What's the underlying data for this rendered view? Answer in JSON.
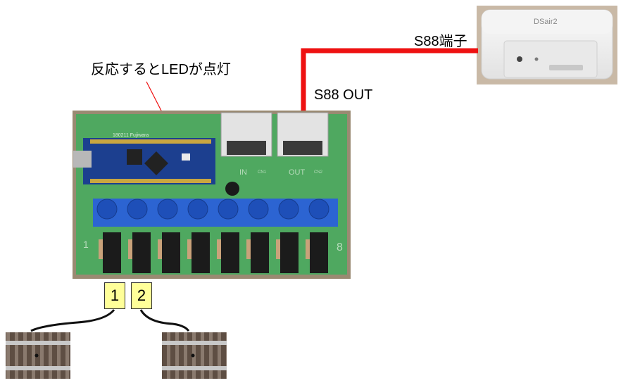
{
  "labels": {
    "led_note": "反応するとLEDが点灯",
    "s88_port": "S88端子",
    "s88_out": "S88 OUT",
    "input_1": "1",
    "input_2": "2"
  },
  "board": {
    "silk_in": "IN",
    "silk_out": "OUT",
    "silk_cn1": "CN1",
    "silk_cn2": "CN2",
    "silk_1": "1",
    "silk_8": "8",
    "pcb_id": "180211 Fujiwara"
  },
  "device": {
    "brand": "DSair2"
  },
  "colors": {
    "cable": "#ee1111",
    "pcb": "#4fa860",
    "trim_pot": "#1e4fb8",
    "arduino": "#1c3f8f",
    "label_bg": "#ffff99"
  }
}
